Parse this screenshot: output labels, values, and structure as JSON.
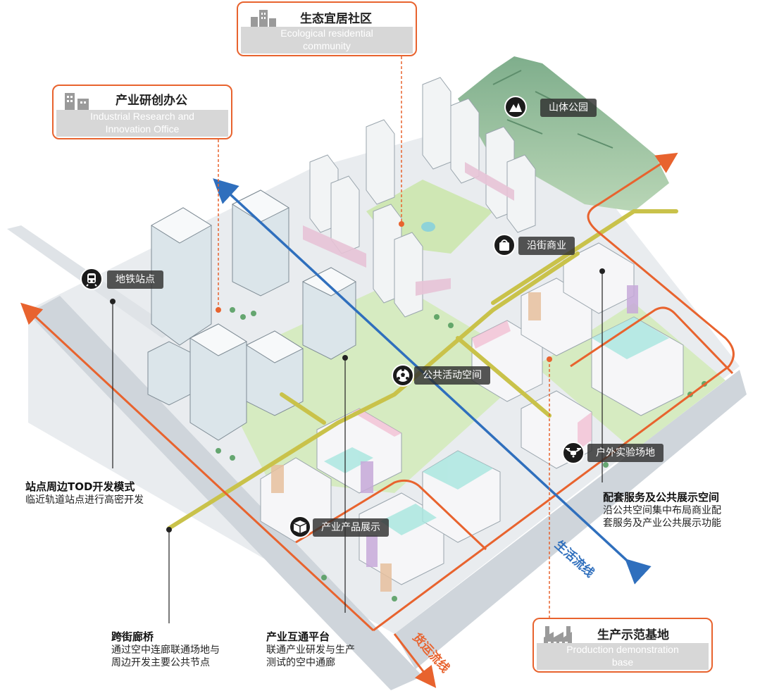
{
  "callouts": {
    "ecological": {
      "zh": "生态宜居社区",
      "en": "Ecological residential community"
    },
    "research": {
      "zh": "产业研创办公",
      "en": "Industrial Research and Innovation Office"
    },
    "production": {
      "zh": "生产示范基地",
      "en": "Production demonstration base"
    }
  },
  "tags": {
    "mountain_park": "山体公园",
    "street_commerce": "沿街商业",
    "metro_station": "地铁站点",
    "public_activity": "公共活动空间",
    "outdoor_test": "户外实验场地",
    "product_display": "产业产品展示"
  },
  "notes": {
    "tod": {
      "title": "站点周边TOD开发模式",
      "desc": "临近轨道站点进行高密开发"
    },
    "services": {
      "title": "配套服务及公共展示空间",
      "desc1": "沿公共空间集中布局商业配",
      "desc2": "套服务及产业公共展示功能"
    },
    "bridge": {
      "title": "跨街廊桥",
      "desc1": "通过空中连廊联通场地与",
      "desc2": "周边开发主要公共节点"
    },
    "platform": {
      "title": "产业互通平台",
      "desc1": "联通产业研发与生产",
      "desc2": "测试的空中通廊"
    }
  },
  "flows": {
    "life": "生活流线",
    "freight": "货运流线"
  },
  "icons": {
    "building": "building-icon",
    "factory": "factory-icon",
    "mountain": "mountain-icon",
    "shop": "shop-bag-icon",
    "metro": "metro-icon",
    "football": "football-icon",
    "drone": "drone-icon",
    "box": "box-icon"
  },
  "colors": {
    "accent_orange": "#e8632e",
    "life_flow_blue": "#2f6fbd",
    "bridge_yellow": "#c9c24a",
    "green": "#cfe7b4"
  }
}
